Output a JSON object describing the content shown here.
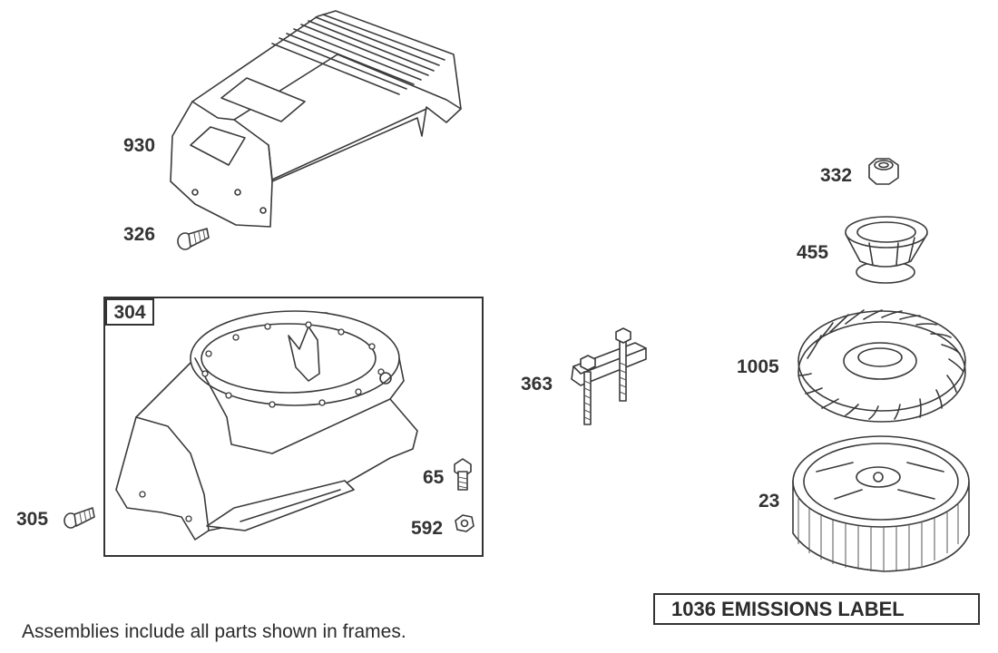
{
  "callouts": {
    "p930": "930",
    "p326": "326",
    "p304": "304",
    "p305": "305",
    "p65": "65",
    "p592": "592",
    "p363": "363",
    "p332": "332",
    "p455": "455",
    "p1005": "1005",
    "p23": "23"
  },
  "emissions_label": "1036 EMISSIONS LABEL",
  "footnote": "Assemblies include all parts shown in frames."
}
